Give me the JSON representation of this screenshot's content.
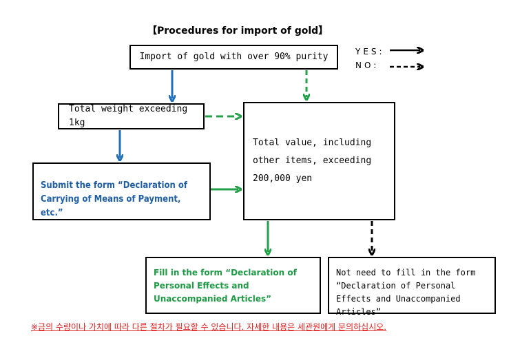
{
  "title": "【Procedures for import of gold】",
  "legend": {
    "yes": "YES:",
    "no": "NO:"
  },
  "boxes": {
    "import": "Import of gold with over 90% purity",
    "weight": "Total weight exceeding 1kg",
    "value": "Total value, including other items, exceeding 200,000 yen",
    "submit": "Submit the form “Declaration of Carrying of Means of Payment, etc.”",
    "fill": "Fill in the form “Declaration of Personal Effects and Unaccompanied Articles”",
    "noneed": "Not need to fill in the form “Declaration of Personal Effects and Unaccompanied Articles”"
  },
  "footer_note": "※금의 수량이나 가치에 따라 다른 절차가 필요할 수 있습니다. 자세한 내용은 세관원에게 문의하십시오.",
  "colors": {
    "blue": "#1f6fba",
    "green": "#22a04a",
    "black": "#000000",
    "red": "#e02020"
  }
}
